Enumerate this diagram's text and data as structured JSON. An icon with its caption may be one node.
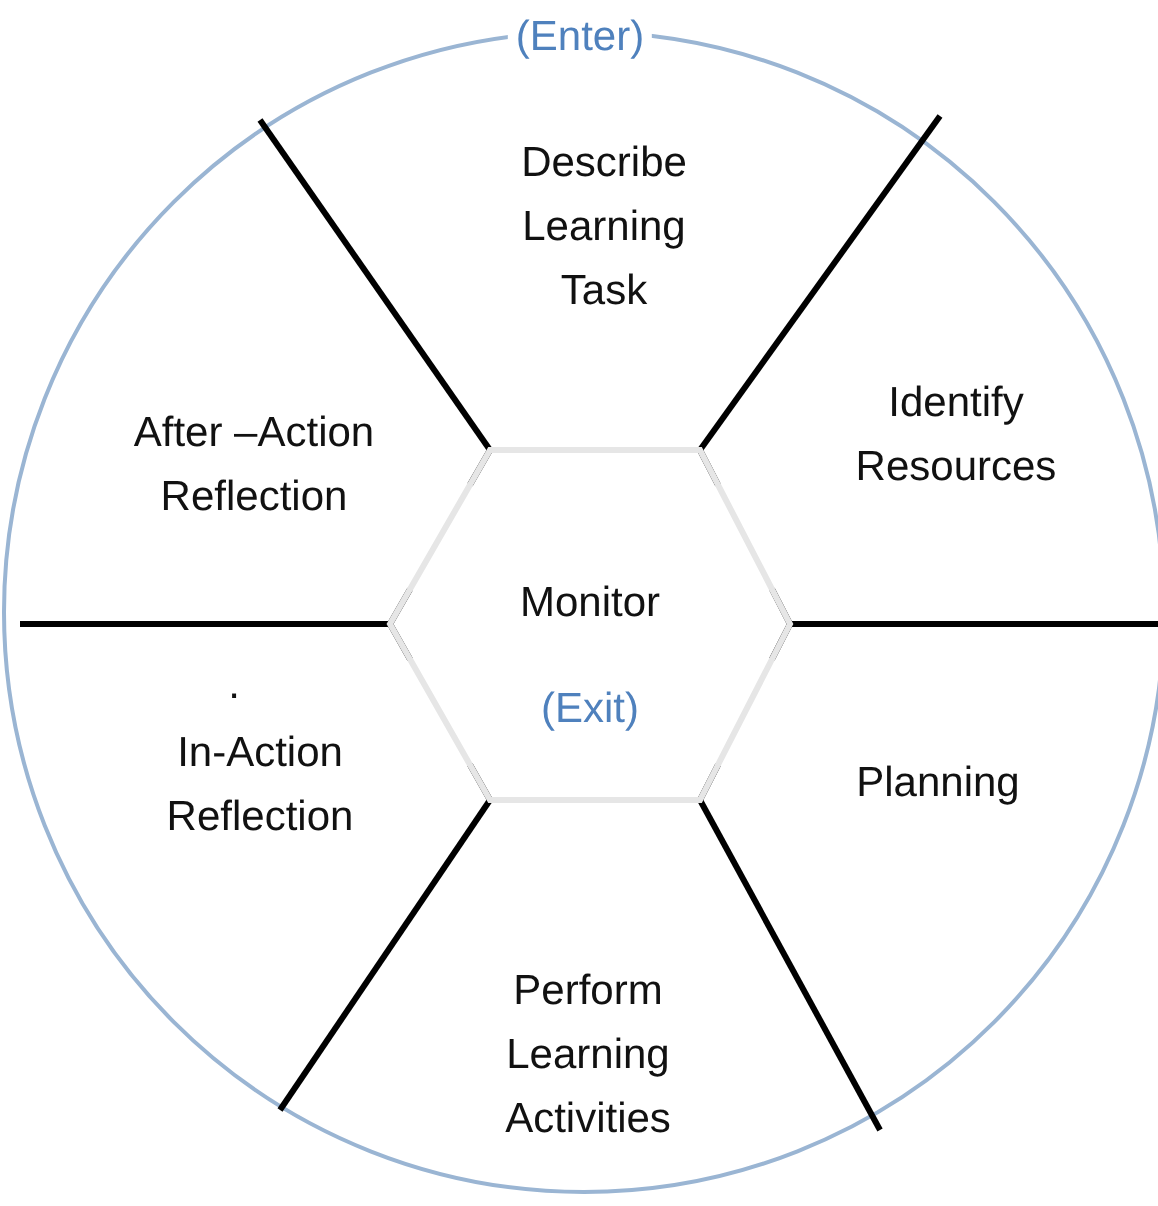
{
  "diagram": {
    "nodes": [
      {
        "text": [
          "(Enter)"
        ]
      },
      {
        "text": [
          "Describe Learning Task"
        ],
        "in": 0
      },
      {
        "text": [
          "Identify Resources"
        ],
        "in": 0
      },
      {
        "text": [
          "Planning"
        ],
        "in": 0
      },
      {
        "text": [
          "Perform Learning Activities"
        ],
        "in": 0
      },
      {
        "text": [
          "In-Action Reflection"
        ],
        "in": 0
      },
      {
        "text": [
          "After –Action Reflection"
        ],
        "in": 0
      },
      {
        "text": [
          "Monitor",
          "(Exit)"
        ],
        "in": 0
      }
    ],
    "labels": [
      "."
    ]
  }
}
